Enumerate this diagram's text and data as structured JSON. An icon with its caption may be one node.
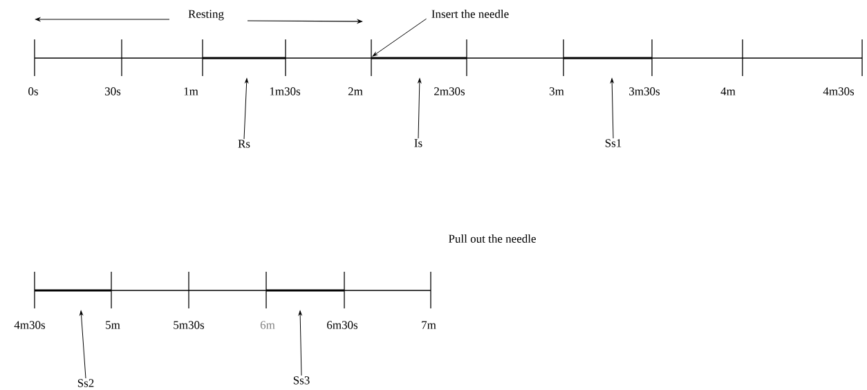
{
  "diagram": {
    "nodes": [
      {
        "text": [
          "Insert the needle"
        ]
      },
      {
        "text": [
          "Rs"
        ]
      },
      {
        "text": [
          "Is"
        ]
      },
      {
        "text": [
          "Ss1"
        ]
      },
      {
        "text": [
          "Ss2"
        ]
      },
      {
        "text": [
          "Ss3"
        ]
      }
    ],
    "edges": [
      {
        "from": 0,
        "to": null,
        "arrow": "to"
      },
      {
        "from": 1,
        "to": null,
        "arrow": "to"
      },
      {
        "from": 2,
        "to": null,
        "arrow": "to"
      },
      {
        "from": 3,
        "to": null,
        "arrow": "to"
      },
      {
        "from": 4,
        "to": null,
        "arrow": "to"
      },
      {
        "from": 5,
        "to": null,
        "arrow": "to"
      }
    ],
    "labels": [
      "Resting",
      "0s",
      "30s",
      "1m",
      "1m30s",
      "2m",
      "2m30s",
      "3m",
      "3m30s",
      "4m",
      "4m30s",
      "Pull out the needle",
      "4m30s",
      "5m",
      "5m30s",
      "6m",
      "6m30s",
      "7m"
    ]
  }
}
